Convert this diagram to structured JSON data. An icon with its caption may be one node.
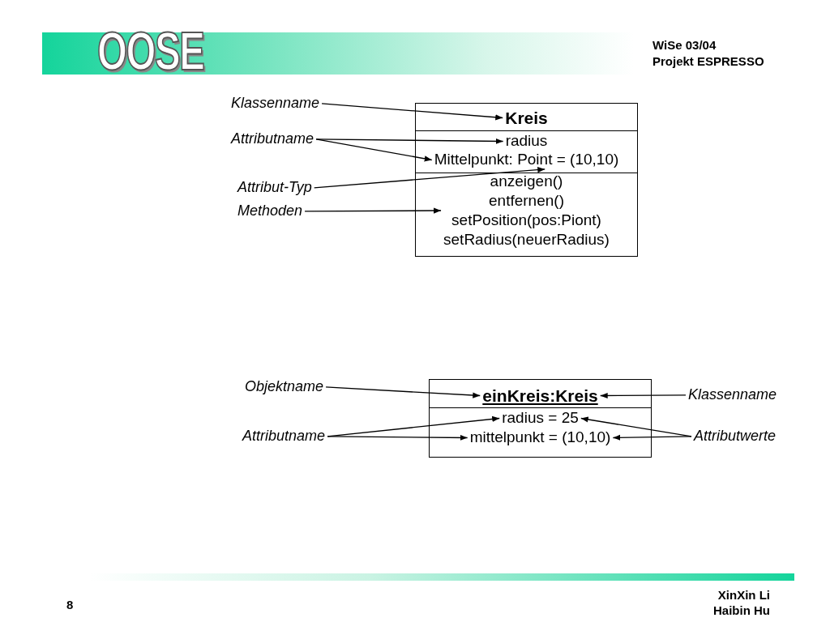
{
  "diagram": {
    "title": "OOSE",
    "nodes": [
      {
        "text": [],
        "shape": "box"
      },
      {
        "text": [
          "Kreis"
        ],
        "in": 0
      },
      {
        "text": [
          "radius"
        ],
        "in": 0
      },
      {
        "text": [
          "Mittelpunkt: Point = (10,10)"
        ],
        "in": 0
      },
      {
        "text": [
          "anzeigen()",
          "entfernen()",
          "setPosition(pos:Piont)",
          "setRadius(neuerRadius)"
        ],
        "in": 0
      },
      {
        "text": [
          "Klassenname"
        ]
      },
      {
        "text": [
          "Attributname"
        ]
      },
      {
        "text": [
          "Attribut-Typ"
        ]
      },
      {
        "text": [
          "Methoden"
        ]
      },
      {
        "text": [],
        "shape": "box"
      },
      {
        "text": [
          "einKreis:Kreis"
        ],
        "in": 9
      },
      {
        "text": [
          "radius = 25"
        ],
        "in": 9
      },
      {
        "text": [
          "mittelpunkt = (10,10)"
        ],
        "in": 9
      },
      {
        "text": [
          "Objektname"
        ]
      },
      {
        "text": [
          "Klassenname"
        ]
      },
      {
        "text": [
          "Attributname"
        ]
      },
      {
        "text": [
          "Attributwerte"
        ]
      }
    ],
    "edges": [
      {
        "from": 5,
        "to": 1,
        "arrow": "to"
      },
      {
        "from": 6,
        "to": 2,
        "arrow": "to"
      },
      {
        "from": 6,
        "to": 3,
        "arrow": "to"
      },
      {
        "from": 7,
        "to": 3,
        "arrow": "to"
      },
      {
        "from": 8,
        "to": 4,
        "arrow": "to"
      },
      {
        "from": 13,
        "to": 10,
        "arrow": "to"
      },
      {
        "from": 14,
        "to": 10,
        "arrow": "to"
      },
      {
        "from": 15,
        "to": 11,
        "arrow": "to"
      },
      {
        "from": 15,
        "to": 12,
        "arrow": "to"
      },
      {
        "from": 16,
        "to": 11,
        "arrow": "to"
      },
      {
        "from": 16,
        "to": 12,
        "arrow": "to"
      }
    ],
    "labels": [
      "WiSe 03/04",
      "Projekt ESPRESSO",
      "8",
      "XinXin Li",
      "Haibin Hu"
    ]
  }
}
